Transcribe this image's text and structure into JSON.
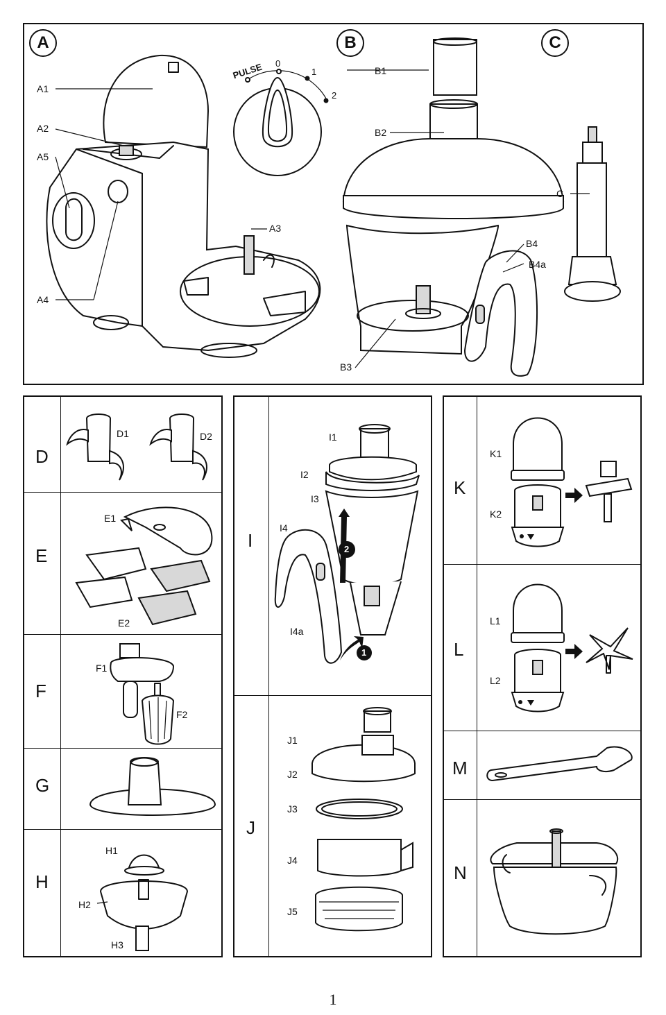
{
  "sections": {
    "A": {
      "letter": "A",
      "labels": [
        "A1",
        "A2",
        "A5",
        "A4",
        "A3"
      ],
      "dial": {
        "pulse": "PULSE",
        "off": "0",
        "low": "1",
        "high": "2"
      }
    },
    "B": {
      "letter": "B",
      "labels": [
        "B1",
        "B2",
        "B4",
        "B4a",
        "B3"
      ]
    },
    "C": {
      "letter": "C",
      "labels": [
        "C"
      ]
    },
    "D": {
      "letter": "D",
      "labels": [
        "D1",
        "D2"
      ]
    },
    "E": {
      "letter": "E",
      "labels": [
        "E1",
        "E2"
      ]
    },
    "F": {
      "letter": "F",
      "labels": [
        "F1",
        "F2"
      ]
    },
    "G": {
      "letter": "G"
    },
    "H": {
      "letter": "H",
      "labels": [
        "H1",
        "H2",
        "H3"
      ]
    },
    "I": {
      "letter": "I",
      "labels": [
        "I1",
        "I2",
        "I3",
        "I4",
        "I4a"
      ],
      "steps": [
        "1",
        "2"
      ]
    },
    "J": {
      "letter": "J",
      "labels": [
        "J1",
        "J2",
        "J3",
        "J4",
        "J5"
      ]
    },
    "K": {
      "letter": "K",
      "labels": [
        "K1",
        "K2"
      ]
    },
    "L": {
      "letter": "L",
      "labels": [
        "L1",
        "L2"
      ]
    },
    "M": {
      "letter": "M"
    },
    "N": {
      "letter": "N"
    }
  },
  "page_number": "1"
}
